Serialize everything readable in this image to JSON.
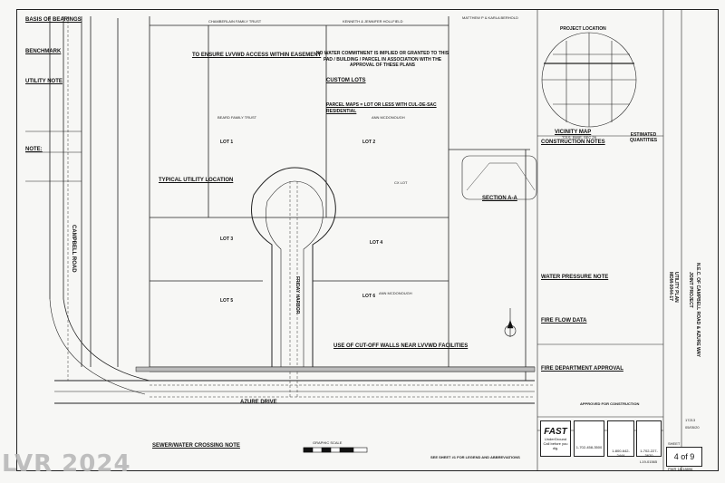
{
  "sheet": {
    "vicinity_map_title": "VICINITY MAP",
    "vicinity_map_sub": "T21S, R60E, SEC 29",
    "project_location": "PROJECT LOCATION",
    "estimated_quantities": "ESTIMATED QUANTITIES",
    "construction_notes": "CONSTRUCTION NOTES",
    "water_pressure_note": "WATER PRESSURE NOTE",
    "fire_flow_data": "FIRE FLOW DATA",
    "fire_department_approval": "FIRE DEPARTMENT APPROVAL",
    "basis_of_bearings": "BASIS OF BEARINGS",
    "benchmark": "BENCHMARK",
    "utility_note": "UTILITY NOTE",
    "note": "NOTE:",
    "typical_utility_location": "TYPICAL UTILITY LOCATION",
    "easement_note": "TO ENSURE LVVWD ACCESS WITHIN EASEMENT",
    "no_water_commitment": "NO WATER COMMITMENT IS IMPLIED OR GRANTED TO THIS PAD / BUILDING / PARCEL IN ASSOCIATION WITH THE APPROVAL OF THESE PLANS",
    "custom_lots": "CUSTOM LOTS",
    "parcel_maps": "PARCEL MAPS = LOT OR LESS WITH CUL-DE-SAC RESIDENTIAL",
    "cut_off_walls": "USE OF CUT-OFF WALLS NEAR LVVWD FACILITIES",
    "bewer_crossing": "SEWER/WATER CROSSING NOTE",
    "section_aa": "SECTION A-A",
    "campbell_road": "CAMPBELL ROAD",
    "azure_drive": "AZURE DRIVE",
    "friday_harbor": "FRIDAY HARBOR",
    "graphic_scale": "GRAPHIC SCALE",
    "see_sheet": "SEE SHEET #1 FOR LEGEND AND ABBREVIATIONS",
    "title_block_1": "UTILITY PLAN",
    "title_block_2": "MDM-0044-17",
    "title_block_3": "JOINT PROJECT",
    "title_block_4": "N.E.C. OF CAMPBELL ROAD & AZURE WAY",
    "sheet_number": "4 of 9",
    "sheet_label": "SHEET",
    "drawing_no": "L19-01565",
    "pwr_no": "PWR 18-18896",
    "fast_logo": "FAST",
    "call_before": "Call before you dig.",
    "phone_1": "1-702-458-3500",
    "phone_2": "1-800-642-2444",
    "phone_3": "1-702-227-3620",
    "underground": "UnderGround",
    "watermark": "LVR 2024",
    "lot_labels": [
      "LOT 1",
      "LOT 2",
      "LOT 3",
      "LOT 4",
      "LOT 5",
      "LOT 6"
    ],
    "cx_lot": "CX LOT",
    "owner_1": "CHAMBERLAIN FAMILY TRUST",
    "owner_2": "KENNETH & JENNIFER HOLLFIELD",
    "owner_3": "MATTHEW P & KARLA BERHOLD",
    "owner_4": "ANN MCDONOUGH",
    "owner_5": "BEARD FAMILY TRUST",
    "approved_for_construction": "APPROVED FOR CONSTRUCTION",
    "date_1": "05/05/20",
    "date_2": "17213"
  }
}
